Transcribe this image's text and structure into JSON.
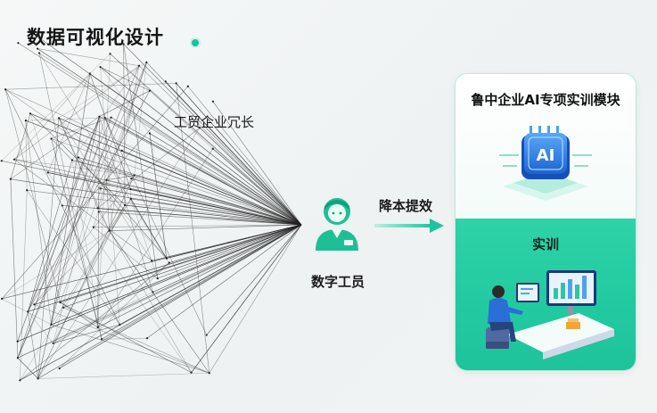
{
  "header": {
    "title": "数据可视化设计"
  },
  "diagram": {
    "redundancy_label": "工贸企业冗长",
    "worker_label": "数字工员",
    "arrow_label": "降本提效",
    "module_panel": {
      "top_title": "鲁中企业AI专项实训模块",
      "chip_text": "AI",
      "bottom_title": "实训"
    }
  },
  "colors": {
    "accent": "#18c29c",
    "panel_green": "#22c9a0",
    "chip_blue": "#2a7de1"
  },
  "icons": [
    "network-lines",
    "worker-icon",
    "arrow-right-icon",
    "ai-chip-icon",
    "training-desk-illustration"
  ]
}
